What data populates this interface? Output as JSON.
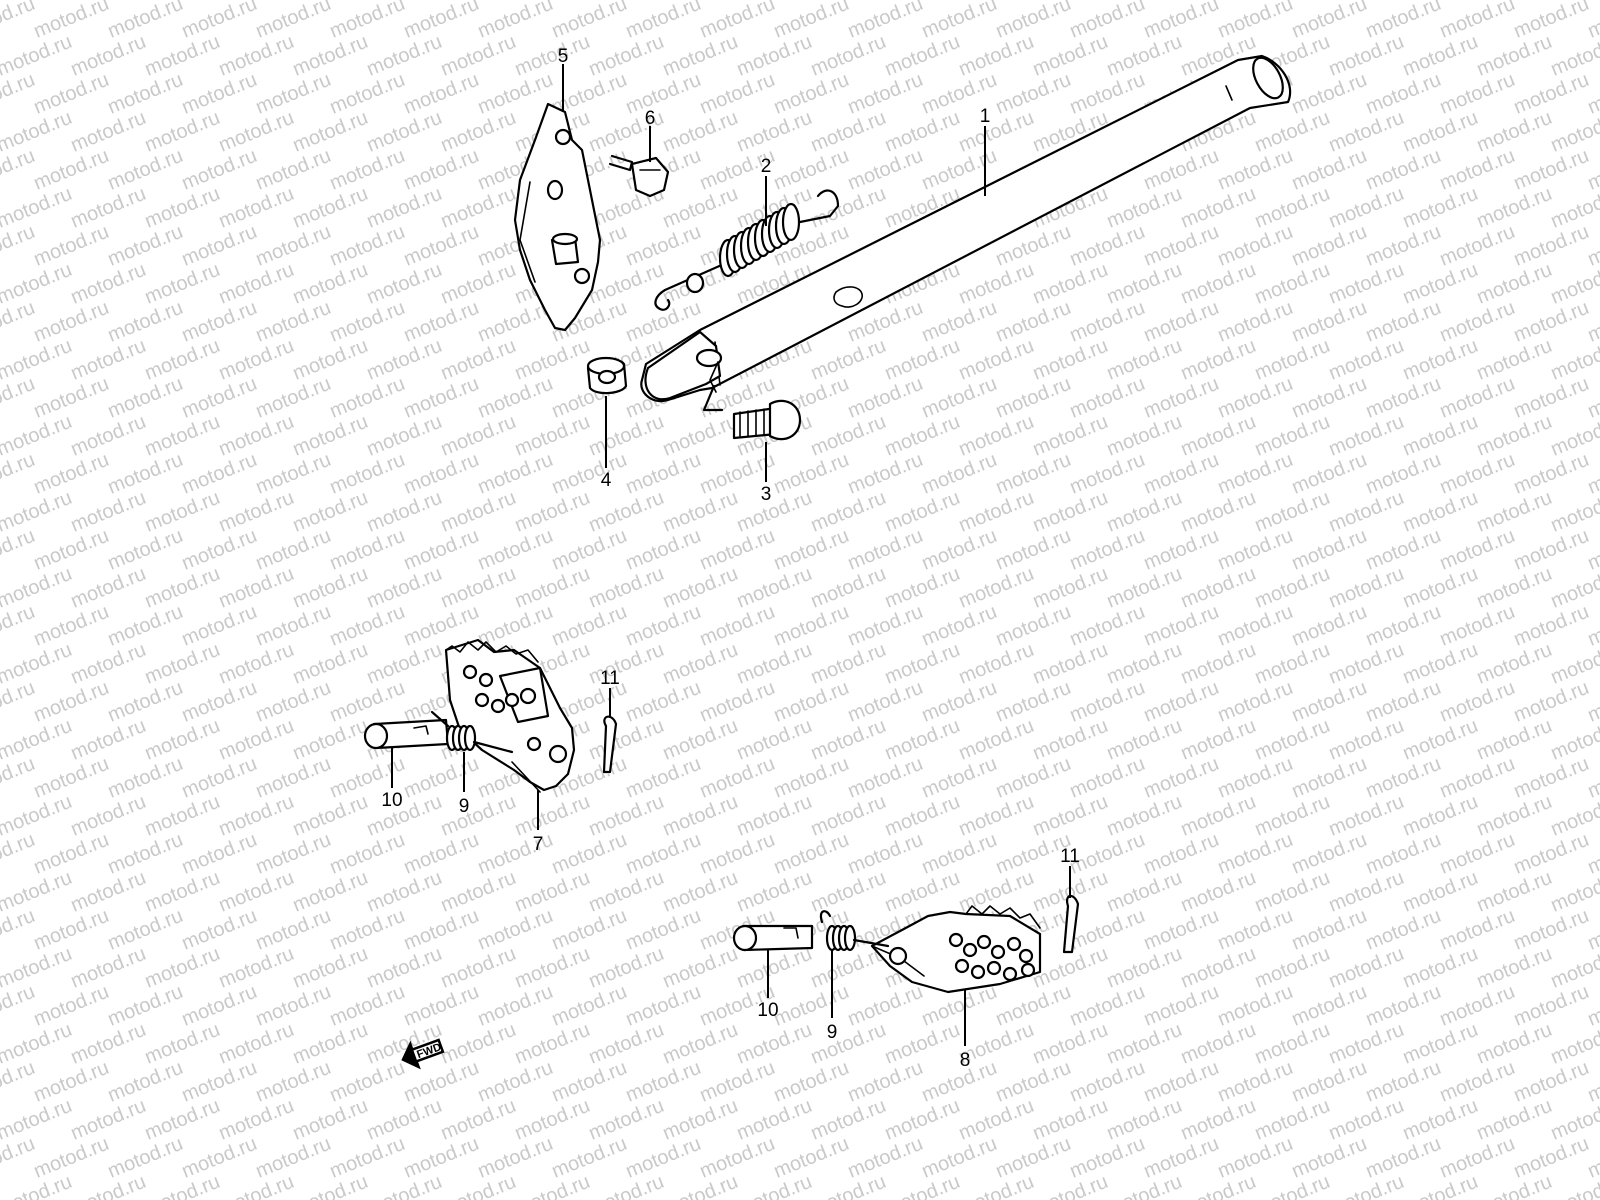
{
  "watermark": "motod.ru",
  "fwd_label": "FWD",
  "callouts": {
    "c1": "1",
    "c2": "2",
    "c3": "3",
    "c4": "4",
    "c5": "5",
    "c6": "6",
    "c7": "7",
    "c8": "8",
    "c9a": "9",
    "c9b": "9",
    "c10a": "10",
    "c10b": "10",
    "c11a": "11",
    "c11b": "11"
  }
}
